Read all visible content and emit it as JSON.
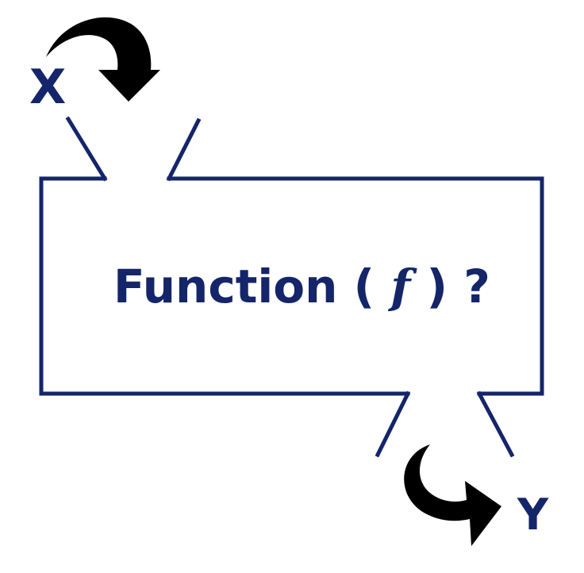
{
  "diagram": {
    "input_label": "X",
    "output_label": "Y",
    "function_box": {
      "word": "Function",
      "open_paren": "(",
      "symbol": "f",
      "close_paren": ")",
      "question_mark": "?"
    }
  },
  "colors": {
    "box_stroke": "#14256a",
    "text": "#14256a",
    "arrow": "#000000",
    "background": "#ffffff"
  }
}
